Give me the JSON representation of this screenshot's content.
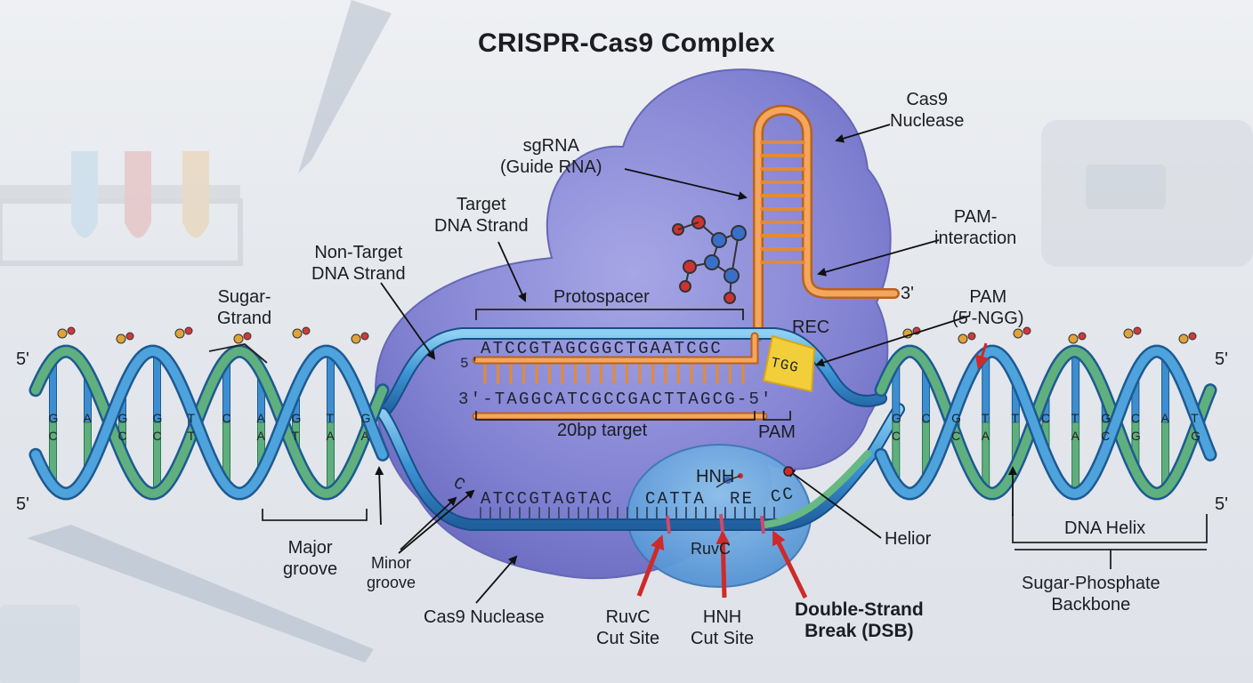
{
  "title": "CRISPR-Cas9 Complex",
  "labels": {
    "cas9_top": [
      "Cas9",
      "Nuclease"
    ],
    "sgrna": [
      "sgRNA",
      "(Guide RNA)"
    ],
    "target_strand": [
      "Target",
      "DNA Strand"
    ],
    "nontarget_strand": [
      "Non-Target",
      "DNA Strand"
    ],
    "sugar_strand": [
      "Sugar-",
      "Gtrand"
    ],
    "pam_interaction": [
      "PAM-",
      "interaction"
    ],
    "pam_ngg": [
      "PAM",
      "(5'-NGG)"
    ],
    "rec": "REC",
    "protospacer": "Protospacer",
    "target_20bp": "20bp target",
    "pam": "PAM",
    "hnh_domain": "HNH",
    "ruvc_domain": "RuvC",
    "major_groove": [
      "Major",
      "groove"
    ],
    "minor_groove": [
      "Minor",
      "groove"
    ],
    "cas9_bottom": "Cas9 Nuclease",
    "ruvc_cut": [
      "RuvC",
      "Cut Site"
    ],
    "hnh_cut": [
      "HNH",
      "Cut Site"
    ],
    "dsb": [
      "Double-Strand",
      "Break (DSB)"
    ],
    "helior": "Helior",
    "dna_helix": "DNA Helix",
    "backbone": [
      "Sugar-Phosphate",
      "Backbone"
    ],
    "three_prime_rna": "3'"
  },
  "sequences": {
    "top": "ATCCGTAGCGGCTGAATCGC",
    "top_5": "5'",
    "bottom": "3'-TAGGCATCGCCGACTTAGCG-5'",
    "pam_seq": "TGG",
    "lower_left": "ATCCGTAGTAC",
    "lower_mid": "CATTA",
    "lower_re": "RE",
    "lower_cc": "CC",
    "lower_c": "C"
  },
  "ends": {
    "left_top": "5'",
    "left_bottom": "5'",
    "right_top": "5'",
    "right_bottom": "5'"
  },
  "base_pairs": {
    "left": [
      [
        "G",
        "C"
      ],
      [
        "A",
        ""
      ],
      [
        "G",
        "C"
      ],
      [
        "G",
        "C"
      ],
      [
        "T",
        "T"
      ],
      [
        "C",
        ""
      ],
      [
        "A",
        "A"
      ],
      [
        "G",
        "T"
      ],
      [
        "T",
        "A"
      ],
      [
        "G",
        "A"
      ]
    ],
    "right": [
      [
        "G",
        "C"
      ],
      [
        "C",
        ""
      ],
      [
        "G",
        "C"
      ],
      [
        "T",
        "A"
      ],
      [
        "T",
        ""
      ],
      [
        "C",
        ""
      ],
      [
        "T",
        "A"
      ],
      [
        "G",
        "C"
      ],
      [
        "C",
        "G"
      ],
      [
        "A",
        ""
      ],
      [
        "T",
        "G"
      ]
    ]
  },
  "colors": {
    "protein": "#7e7fd0",
    "rna": "#f2a154",
    "dna_blue": "#3d8fd0",
    "dna_green": "#5fae7e",
    "pam": "#f2cf3a",
    "cut_arrow": "#cf2a2a"
  }
}
